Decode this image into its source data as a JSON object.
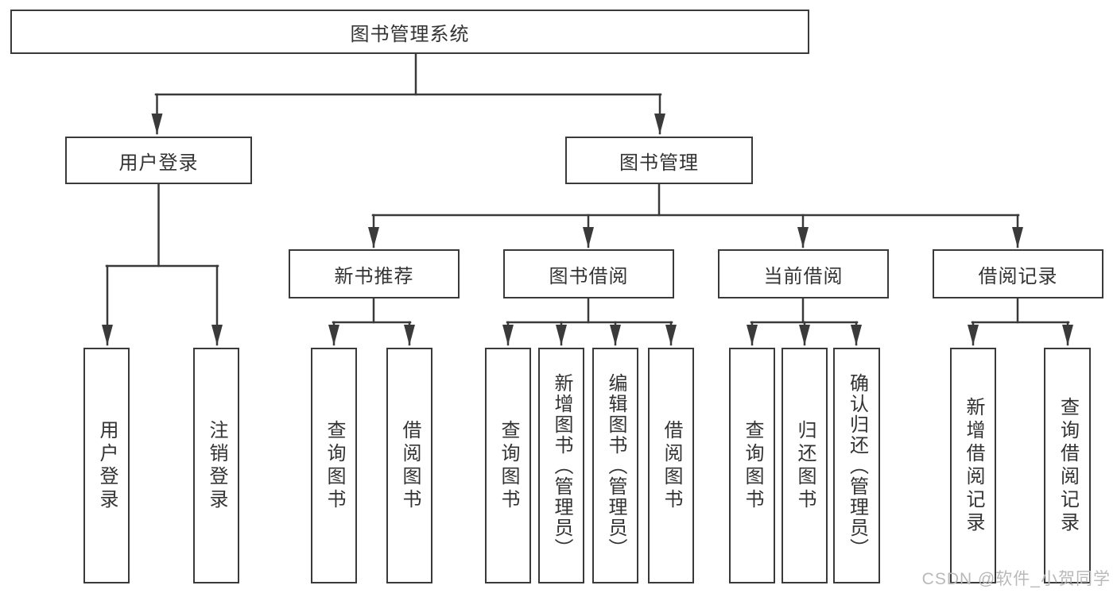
{
  "colors": {
    "line": "#3a3a3a",
    "box_border": "#3a3a3a",
    "text": "#333333",
    "background": "#ffffff",
    "watermark": "#b9b9b9"
  },
  "watermark": {
    "text": "CSDN @软件_小贺同学"
  },
  "tree": {
    "label": "图书管理系统",
    "children": [
      {
        "label": "用户登录",
        "children": [
          {
            "label": "用户登录"
          },
          {
            "label": "注销登录"
          }
        ]
      },
      {
        "label": "图书管理",
        "children": [
          {
            "label": "新书推荐",
            "children": [
              {
                "label": "查询图书"
              },
              {
                "label": "借阅图书"
              }
            ]
          },
          {
            "label": "图书借阅",
            "children": [
              {
                "label": "查询图书"
              },
              {
                "label": "新增图书（管理员）"
              },
              {
                "label": "编辑图书（管理员）"
              },
              {
                "label": "借阅图书"
              }
            ]
          },
          {
            "label": "当前借阅",
            "children": [
              {
                "label": "查询图书"
              },
              {
                "label": "归还图书"
              },
              {
                "label": "确认归还（管理员）"
              }
            ]
          },
          {
            "label": "借阅记录",
            "children": [
              {
                "label": "新增借阅记录"
              },
              {
                "label": "查询借阅记录"
              }
            ]
          }
        ]
      }
    ]
  }
}
